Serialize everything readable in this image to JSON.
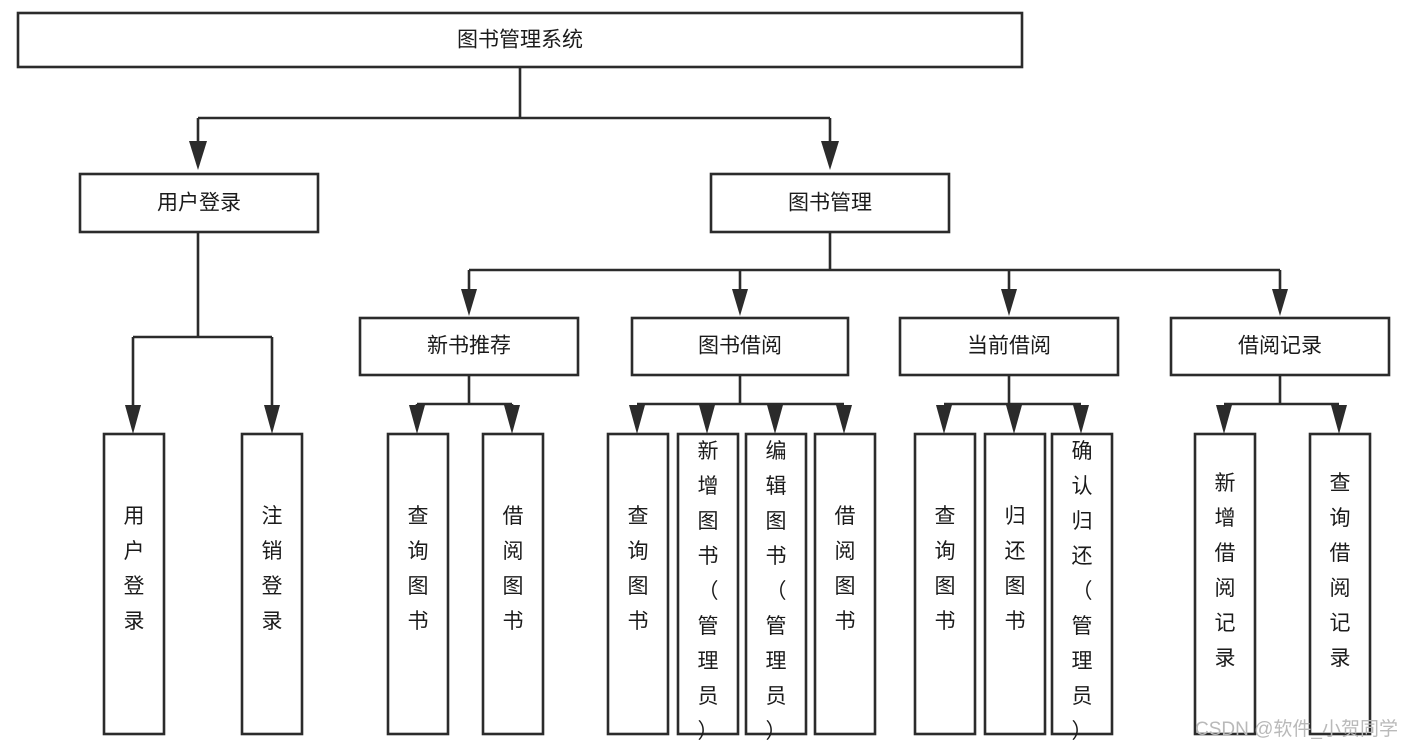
{
  "diagram": {
    "title": "图书管理系统",
    "type": "tree",
    "orientation": "top-down",
    "colors": {
      "box_fill": "#ffffff",
      "box_stroke": "#2b2b2b",
      "text": "#1b1b1b",
      "background": "#ffffff",
      "watermark": "#b9b9b9"
    },
    "levels": {
      "root": {
        "label": "图书管理系统",
        "orientation": "horizontal"
      },
      "level2": [
        {
          "label": "用户登录",
          "orientation": "horizontal"
        },
        {
          "label": "图书管理",
          "orientation": "horizontal"
        }
      ],
      "level3": [
        {
          "label": "新书推荐",
          "orientation": "horizontal",
          "parent": "图书管理"
        },
        {
          "label": "图书借阅",
          "orientation": "horizontal",
          "parent": "图书管理"
        },
        {
          "label": "当前借阅",
          "orientation": "horizontal",
          "parent": "图书管理"
        },
        {
          "label": "借阅记录",
          "orientation": "horizontal",
          "parent": "图书管理"
        }
      ],
      "leaves": [
        {
          "label": "用户登录",
          "orientation": "vertical",
          "parent": "用户登录"
        },
        {
          "label": "注销登录",
          "orientation": "vertical",
          "parent": "用户登录"
        },
        {
          "label": "查询图书",
          "orientation": "vertical",
          "parent": "新书推荐"
        },
        {
          "label": "借阅图书",
          "orientation": "vertical",
          "parent": "新书推荐"
        },
        {
          "label": "查询图书",
          "orientation": "vertical",
          "parent": "图书借阅"
        },
        {
          "label": "新增图书（管理员）",
          "orientation": "vertical",
          "parent": "图书借阅"
        },
        {
          "label": "编辑图书（管理员）",
          "orientation": "vertical",
          "parent": "图书借阅"
        },
        {
          "label": "借阅图书",
          "orientation": "vertical",
          "parent": "图书借阅"
        },
        {
          "label": "查询图书",
          "orientation": "vertical",
          "parent": "当前借阅"
        },
        {
          "label": "归还图书",
          "orientation": "vertical",
          "parent": "当前借阅"
        },
        {
          "label": "确认归还（管理员）",
          "orientation": "vertical",
          "parent": "当前借阅"
        },
        {
          "label": "新增借阅记录",
          "orientation": "vertical",
          "parent": "借阅记录"
        },
        {
          "label": "查询借阅记录",
          "orientation": "vertical",
          "parent": "借阅记录"
        }
      ]
    }
  },
  "watermark": {
    "text": "CSDN @软件_小贺同学"
  }
}
